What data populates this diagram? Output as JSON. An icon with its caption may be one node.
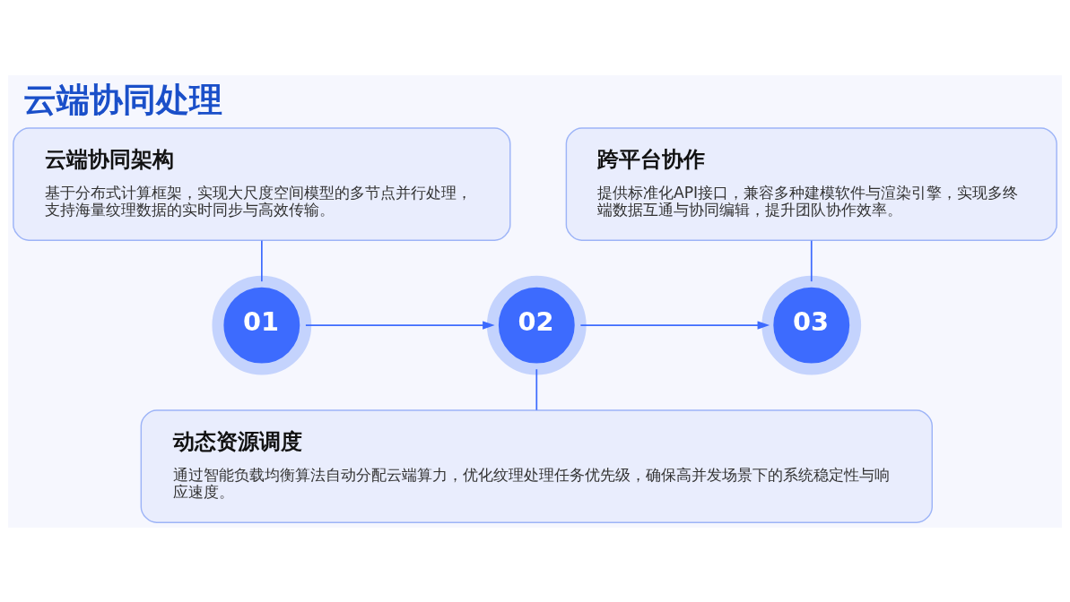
{
  "diagram": {
    "title": "云端协同处理",
    "nodes": [
      {
        "text": [
          "云端协同架构",
          "基于分布式计算框架，实现大尺度空间模型的多节点并行处理，支持海量纹理数据的实时同步与高效传输。"
        ]
      },
      {
        "text": [
          "跨平台协作",
          "提供标准化API接口，兼容多种建模软件与渲染引擎，实现多终端数据互通与协同编辑，提升团队协作效率。"
        ]
      },
      {
        "text": [
          "01"
        ]
      },
      {
        "text": [
          "02"
        ]
      },
      {
        "text": [
          "03"
        ]
      },
      {
        "text": [
          "动态资源调度",
          "通过智能负载均衡算法自动分配云端算力，优化纹理处理任务优先级，确保高并发场景下的系统稳定性与响应速度。"
        ]
      }
    ],
    "edges": [
      {
        "from": 0,
        "to": 2,
        "arrow": "none"
      },
      {
        "from": 1,
        "to": 4,
        "arrow": "none"
      },
      {
        "from": 2,
        "to": 3,
        "arrow": "to"
      },
      {
        "from": 3,
        "to": 4,
        "arrow": "to"
      },
      {
        "from": 3,
        "to": 5,
        "arrow": "none"
      }
    ]
  }
}
